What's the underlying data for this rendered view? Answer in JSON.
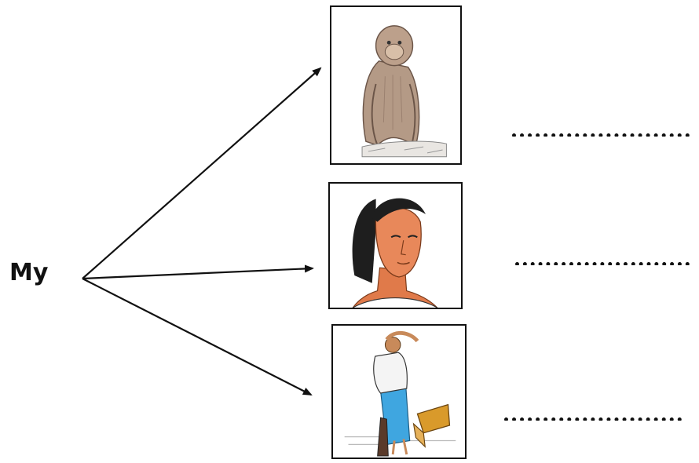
{
  "label": "My",
  "cards": [
    {
      "subject": "monkey",
      "icon": "monkey-icon"
    },
    {
      "subject": "girl",
      "icon": "girl-face-icon"
    },
    {
      "subject": "boy",
      "icon": "boy-tripping-icon"
    }
  ],
  "blanks": [
    "",
    "",
    ""
  ],
  "colors": {
    "ink": "#111111",
    "skin": "#e07a4a",
    "fur": "#b49a86",
    "lungi": "#3fa6e0",
    "box": "#d99a2b"
  }
}
